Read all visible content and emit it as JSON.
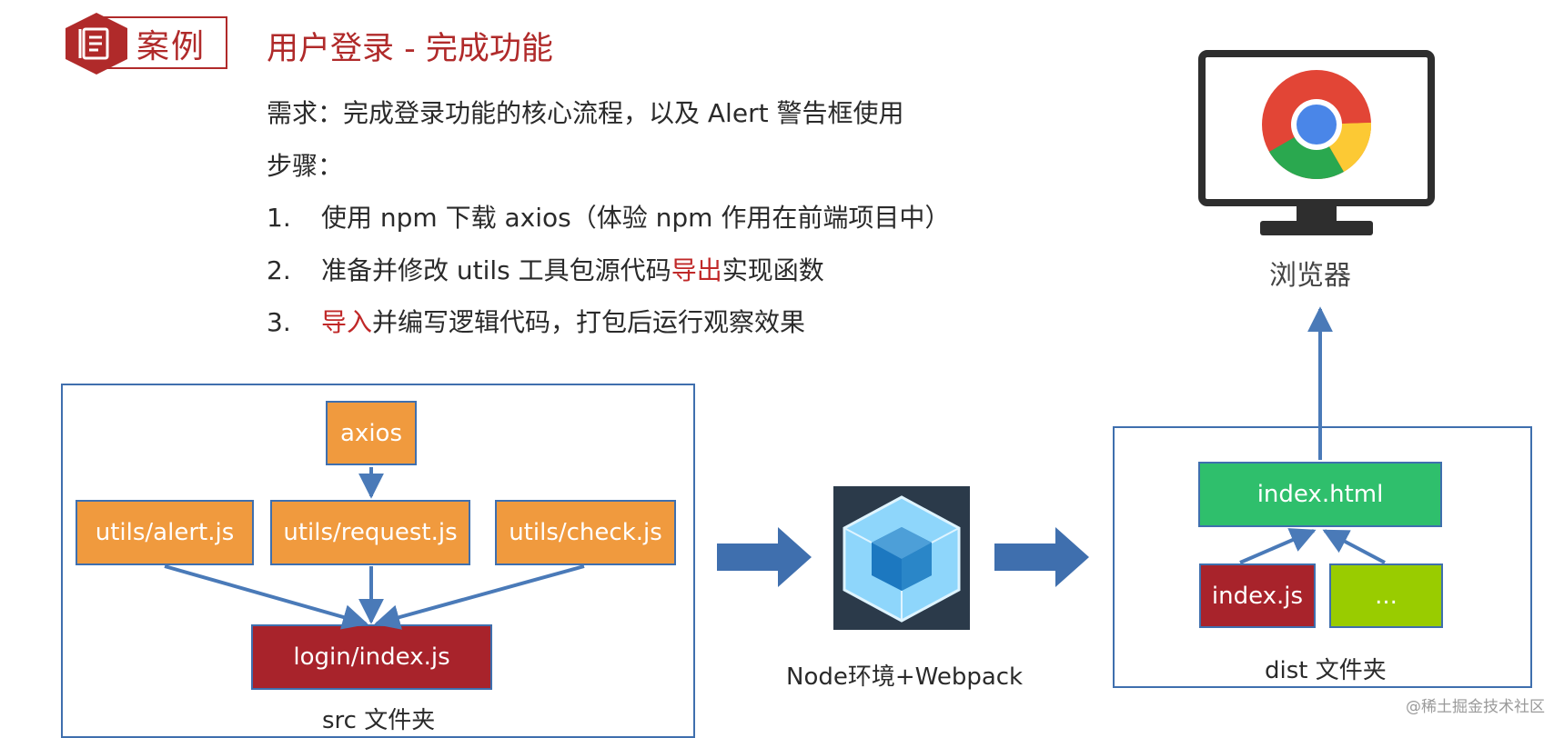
{
  "header": {
    "badge_label": "案例",
    "badge_icon": "document-icon",
    "title": "用户登录 - 完成功能"
  },
  "content": {
    "requirement": "需求：完成登录功能的核心流程，以及 Alert 警告框使用",
    "steps_label": "步骤：",
    "steps": [
      {
        "num": "1.",
        "text_before": "使用 npm 下载 axios（体验 npm 作用在前端项目中）",
        "highlight": "",
        "text_after": ""
      },
      {
        "num": "2.",
        "text_before": "准备并修改 utils 工具包源代码",
        "highlight": "导出",
        "text_after": "实现函数"
      },
      {
        "num": "3.",
        "text_before": "",
        "highlight": "导入",
        "text_after": "并编写逻辑代码，打包后运行观察效果"
      }
    ]
  },
  "diagram": {
    "src": {
      "axios": "axios",
      "alert": "utils/alert.js",
      "request": "utils/request.js",
      "check": "utils/check.js",
      "login": "login/index.js",
      "caption": "src 文件夹"
    },
    "webpack": {
      "icon": "webpack-cube-icon",
      "caption": "Node环境+Webpack"
    },
    "dist": {
      "index_html": "index.html",
      "index_js": "index.js",
      "more": "...",
      "caption": "dist 文件夹"
    },
    "browser": {
      "icon": "chrome-monitor-icon",
      "caption": "浏览器"
    }
  },
  "colors": {
    "accent_red": "#b02a2a",
    "highlight_red": "#c02828",
    "orange": "#f09a3e",
    "dark_red": "#a8232b",
    "green": "#2fbf6c",
    "lime": "#99cc00",
    "arrow_blue": "#4a7ab8"
  },
  "watermark": "@稀土掘金技术社区"
}
